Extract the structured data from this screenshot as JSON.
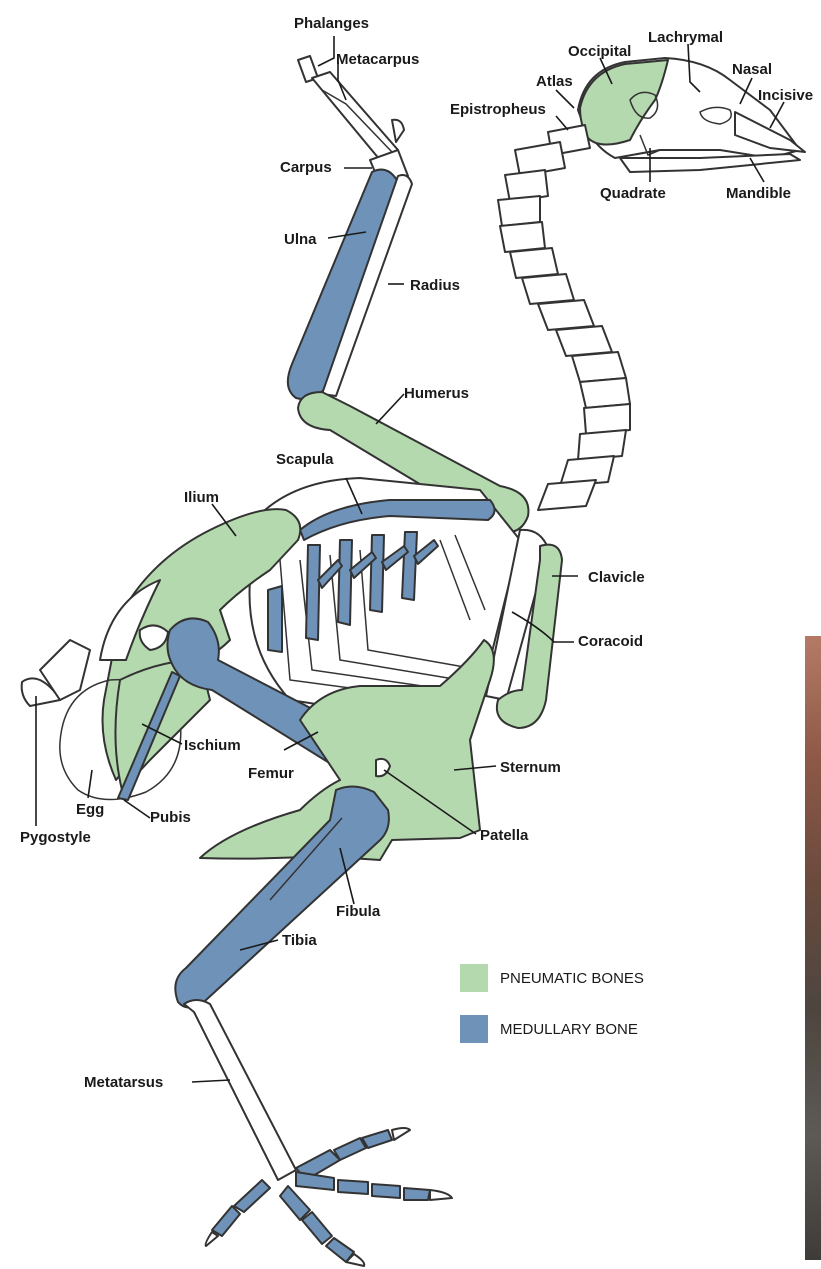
{
  "colors": {
    "pneumatic": "#b5d9ae",
    "medullary": "#6f93b8",
    "egg": "#c9c9cc",
    "outline": "#333333"
  },
  "labels": {
    "phalanges": "Phalanges",
    "metacarpus": "Metacarpus",
    "carpus": "Carpus",
    "ulna": "Ulna",
    "radius": "Radius",
    "humerus": "Humerus",
    "scapula": "Scapula",
    "ilium": "Ilium",
    "clavicle": "Clavicle",
    "coracoid": "Coracoid",
    "ischium": "Ischium",
    "femur": "Femur",
    "sternum": "Sternum",
    "egg": "Egg",
    "pubis": "Pubis",
    "pygostyle": "Pygostyle",
    "patella": "Patella",
    "fibula": "Fibula",
    "tibia": "Tibia",
    "metatarsus": "Metatarsus",
    "occipital": "Occipital",
    "lachrymal": "Lachrymal",
    "atlas": "Atlas",
    "nasal": "Nasal",
    "incisive": "Incisive",
    "epistropheus": "Epistropheus",
    "quadrate": "Quadrate",
    "mandible": "Mandible"
  },
  "legend": [
    {
      "label": "PNEUMATIC BONES",
      "color": "#b5d9ae"
    },
    {
      "label": "MEDULLARY BONE",
      "color": "#6f93b8"
    }
  ]
}
